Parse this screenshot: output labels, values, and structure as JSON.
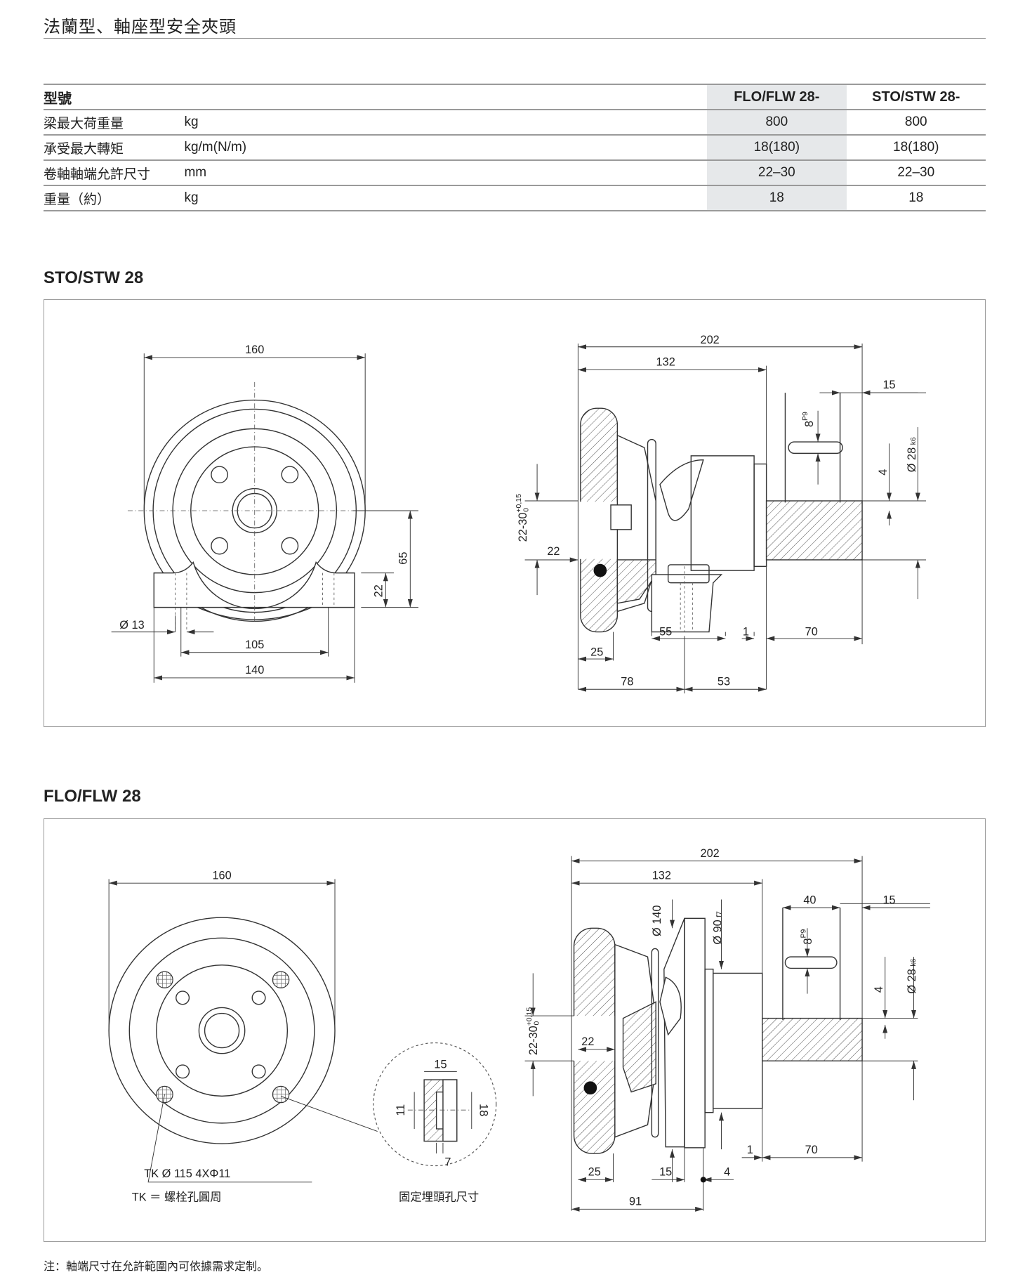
{
  "page_title": "法蘭型、軸座型安全夾頭",
  "spec_table": {
    "header_label": "型號",
    "models": [
      "FLO/FLW 28-",
      "STO/STW 28-"
    ],
    "rows": [
      {
        "label": "梁最大荷重量",
        "unit": "kg",
        "values": [
          "800",
          "800"
        ]
      },
      {
        "label": "承受最大轉矩",
        "unit": "kg/m(N/m)",
        "values": [
          "18(180)",
          "18(180)"
        ]
      },
      {
        "label": "卷軸軸端允許尺寸",
        "unit": "mm",
        "values": [
          "22–30",
          "22–30"
        ]
      },
      {
        "label": "重量（約）",
        "unit": "kg",
        "values": [
          "18",
          "18"
        ]
      }
    ]
  },
  "sto_section": {
    "title": "STO/STW 28",
    "front": {
      "width": "160",
      "height": "65",
      "base": "22",
      "hole": "Ø 13",
      "hole_spacing": "105",
      "base_width": "140"
    },
    "side": {
      "overall": "202",
      "body": "132",
      "end": "15",
      "key": "8",
      "key_tol": "P9",
      "key_depth": "4",
      "shaft_dia": "Ø 28",
      "shaft_tol": "k6",
      "bore": "22-30",
      "bore_tol_upper": "+0,15",
      "bore_tol_lower": "0",
      "bore_depth": "22",
      "block": "55",
      "gap": "1",
      "shaft_len": "70",
      "wheel": "25",
      "left": "78",
      "right": "53"
    }
  },
  "flo_section": {
    "title": "FLO/FLW 28",
    "front": {
      "width": "160",
      "bolt_circle": "TK Ø 115  4XΦ11",
      "tk_legend": "TK ＝ 螺栓孔圓周"
    },
    "detail": {
      "top": "15",
      "left": "11",
      "right": "18",
      "bottom": "7",
      "caption": "固定埋頭孔尺寸"
    },
    "side": {
      "overall": "202",
      "body": "132",
      "key_len": "40",
      "end": "15",
      "flange_dia": "Ø 140",
      "pilot_dia": "Ø 90",
      "pilot_tol": "f7",
      "key": "8",
      "key_tol": "P9",
      "key_depth": "4",
      "shaft_dia": "Ø 28",
      "shaft_tol": "k6",
      "bore": "22-30",
      "bore_tol_upper": "+0,15",
      "bore_tol_lower": "0",
      "bore_depth": "22",
      "wheel": "25",
      "flange": "15",
      "pilot": "4",
      "gap": "1",
      "shaft_len": "70",
      "left": "91"
    }
  },
  "note": "注：軸端尺寸在允許範圍內可依據需求定制。"
}
